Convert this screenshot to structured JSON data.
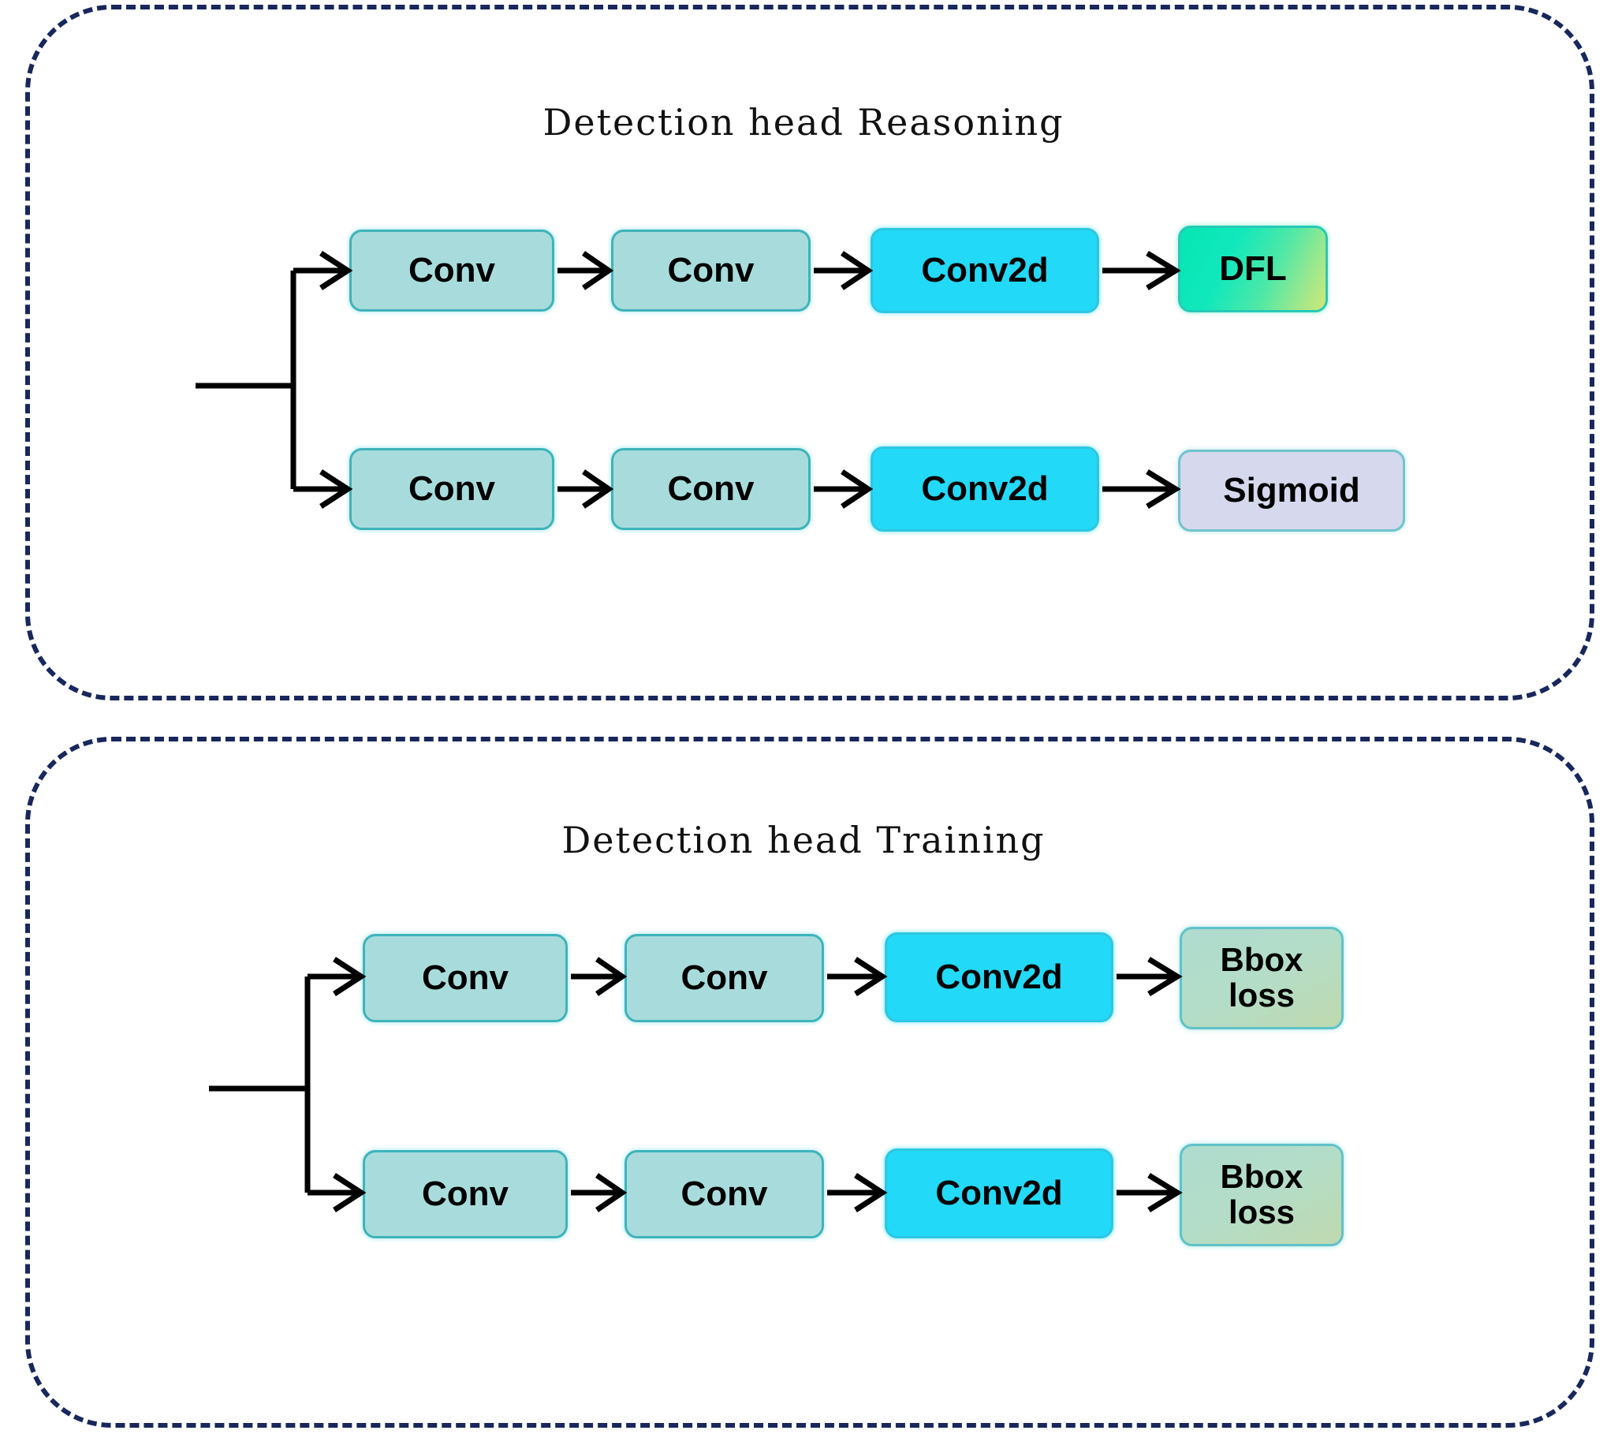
{
  "figure": {
    "background": "#ffffff",
    "panel_border_color": "#18275c"
  },
  "panels": [
    {
      "id": "reasoning",
      "title": "Detection head Reasoning",
      "branches": [
        {
          "id": "regression",
          "nodes": [
            {
              "label": "Conv",
              "kind": "conv"
            },
            {
              "label": "Conv",
              "kind": "conv"
            },
            {
              "label": "Conv2d",
              "kind": "conv2d"
            },
            {
              "label": "DFL",
              "kind": "dfl"
            }
          ]
        },
        {
          "id": "classification",
          "nodes": [
            {
              "label": "Conv",
              "kind": "conv"
            },
            {
              "label": "Conv",
              "kind": "conv"
            },
            {
              "label": "Conv2d",
              "kind": "conv2d"
            },
            {
              "label": "Sigmoid",
              "kind": "sigmoid"
            }
          ]
        }
      ]
    },
    {
      "id": "training",
      "title": "Detection head Training",
      "branches": [
        {
          "id": "regression",
          "nodes": [
            {
              "label": "Conv",
              "kind": "conv"
            },
            {
              "label": "Conv",
              "kind": "conv"
            },
            {
              "label": "Conv2d",
              "kind": "conv2d"
            },
            {
              "label": "Bbox\nloss",
              "kind": "bbox"
            }
          ]
        },
        {
          "id": "classification",
          "nodes": [
            {
              "label": "Conv",
              "kind": "conv"
            },
            {
              "label": "Conv",
              "kind": "conv"
            },
            {
              "label": "Conv2d",
              "kind": "conv2d"
            },
            {
              "label": "Bbox\nloss",
              "kind": "bbox"
            }
          ]
        }
      ]
    }
  ],
  "colors": {
    "conv_fill": "#a8dcdc",
    "conv_border": "#3fb3ba",
    "conv2d_fill": "#22d9f7",
    "dfl_gradient_from": "#06e6b4",
    "dfl_gradient_to": "#d2e777",
    "sigmoid_fill": "#d6d8ee",
    "bbox_gradient_from": "#aedccf",
    "bbox_gradient_to": "#bfd9ae",
    "arrow": "#000000",
    "panel_dash": "#18275c"
  }
}
